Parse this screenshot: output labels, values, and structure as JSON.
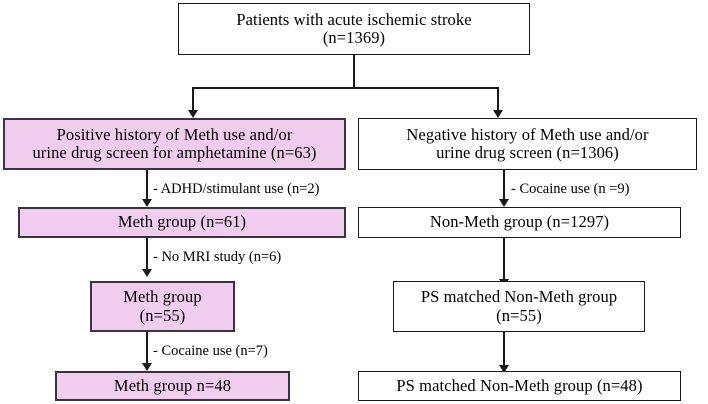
{
  "diagram": {
    "title": "Patient selection flowchart for acute ischemic stroke methamphetamine study",
    "colors": {
      "highlight_fill": "#f0cdee",
      "highlight_border": "#3c3340",
      "plain_fill": "#ffffff",
      "plain_border": "#1a1a1a",
      "line": "#1a1a1a"
    },
    "nodes": {
      "root": "Patients with acute ischemic stroke\n(n=1369)",
      "left_screen": "Positive history of Meth use and/or\nurine drug screen for amphetamine (n=63)",
      "right_screen": "Negative history of Meth use and/or\nurine drug screen (n=1306)",
      "left_group1": "Meth group (n=61)",
      "right_group1": "Non-Meth group (n=1297)",
      "left_group2": "Meth group\n(n=55)",
      "right_group2": "PS matched Non-Meth group\n(n=55)",
      "left_group3": "Meth group n=48",
      "right_group3": "PS matched Non-Meth group (n=48)"
    },
    "annotations": {
      "left_exclusion1": "- ADHD/stimulant use (n=2)",
      "right_exclusion1": "- Cocaine use (n =9)",
      "left_exclusion2": "- No MRI study (n=6)",
      "left_exclusion3": "- Cocaine use (n=7)"
    }
  }
}
